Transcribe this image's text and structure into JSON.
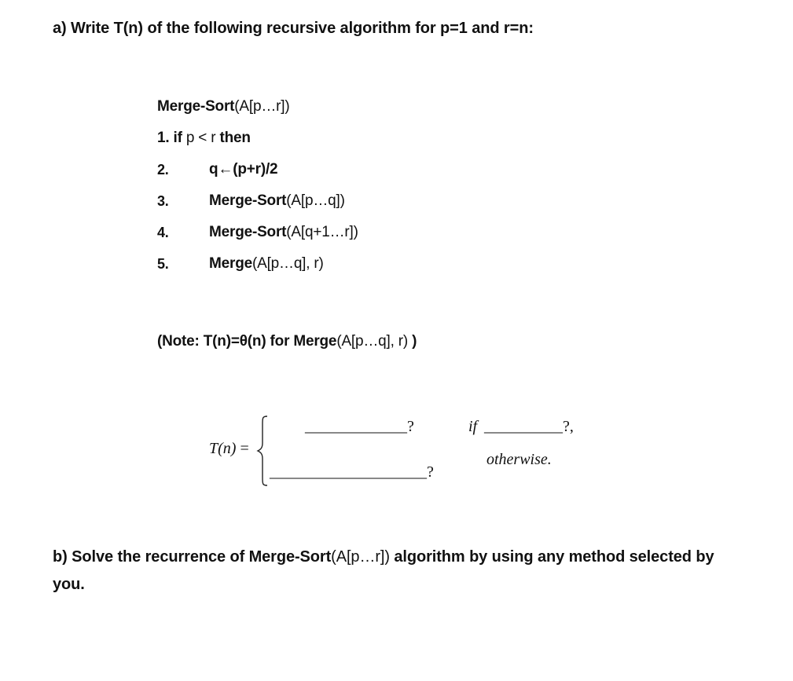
{
  "part_a": {
    "label": "a) Write T(n) of the following recursive algorithm for p=1 and r=n:"
  },
  "algorithm": {
    "header": {
      "name": "Merge-Sort",
      "args": "(A[p…r])"
    },
    "line1": {
      "kw_if": "1. if",
      "cond": " p < r ",
      "kw_then": "then"
    },
    "steps": [
      {
        "num": "2.",
        "bold": "q",
        "arrow": "←",
        "rest_bold": "(p+r)/2",
        "rest": ""
      },
      {
        "num": "3.",
        "bold": "Merge-Sort",
        "rest": "(A[p…q])"
      },
      {
        "num": "4.",
        "bold": "Merge-Sort",
        "rest": "(A[q+1…r])"
      },
      {
        "num": "5.",
        "bold": "Merge",
        "rest": "(A[p…q], r)"
      }
    ]
  },
  "note": {
    "prefix": "(Note: T(n)=",
    "theta": "θ",
    "middle": "(n)  for Merge",
    "args": "(A[p…q], r)",
    "suffix": " )"
  },
  "recurrence": {
    "lhs_T": "T",
    "lhs_n": "(n)",
    "eq": " =",
    "case1_blank": "_____________?",
    "case1_if": "if",
    "case1_cond_blank": "__________?,",
    "case2_blank": "____________________?",
    "case2_otherwise": "otherwise."
  },
  "part_b": {
    "line1_prefix": "b) Solve the recurrence of Merge-Sort",
    "line1_args": "(A[p…r])",
    "line1_suffix": " algorithm by using any method selected by",
    "line2": "you."
  }
}
